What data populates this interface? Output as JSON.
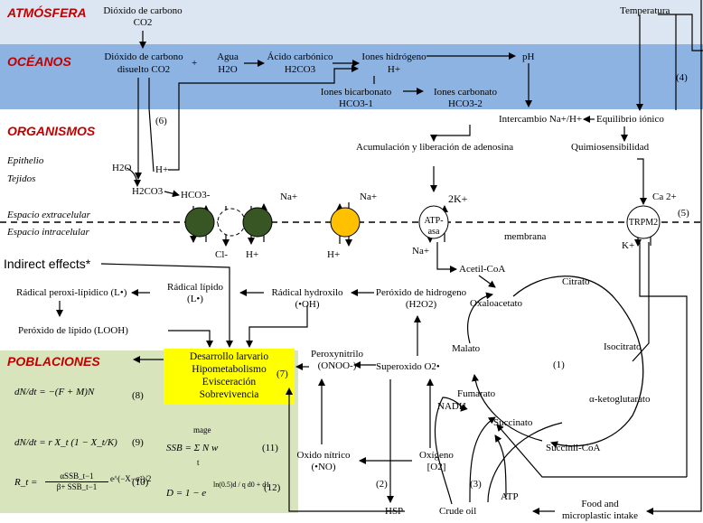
{
  "sections": {
    "atmosfera": "ATMÓSFERA",
    "oceanos": "OCÉANOS",
    "organismos": "ORGANISMOS",
    "poblaciones": "POBLACIONES"
  },
  "layers": {
    "epithelio": "Epithelio",
    "tejidos": "Tejidos",
    "extracelular": "Espacio extracelular",
    "intracelular": "Espacio intracelular",
    "membrana": "membrana"
  },
  "atmosphere": {
    "co2_l1": "Dióxido de carbono",
    "co2_l2": "CO2",
    "temperatura": "Temperatura"
  },
  "ocean": {
    "dissolved_l1": "Dióxido de carbono",
    "dissolved_l2": "disuelto CO2",
    "plus": "+",
    "agua_l1": "Agua",
    "agua_l2": "H2O",
    "acido_l1": "Ácido carbónico",
    "acido_l2": "H2CO3",
    "hidrogeno_l1": "Iones hidrógeno",
    "hidrogeno_l2": "H+",
    "ph": "pH",
    "bicarbonato_l1": "Iones bicarbonato",
    "bicarbonato_l2": "HCO3-1",
    "carbonato_l1": "Iones carbonato",
    "carbonato_l2": "HCO3-2"
  },
  "organism": {
    "intercambio": "Intercambio Na+/H+",
    "equilibrio": "Equilibrio iónico",
    "adenosina": "Acumulación y liberación de adenosina",
    "quimio": "Quimiosensibilidad",
    "h2o": "H2O",
    "hplus": "H+",
    "h2co3": "H2CO3",
    "hco3": "HCO3-",
    "na_top1": "Na+",
    "na_top2": "Na+",
    "k2": "2K+",
    "ca": "Ca 2+",
    "cl": "Cl-",
    "h_bottom1": "H+",
    "h_bottom2": "H+",
    "na_bottom": "Na+",
    "k_bottom": "K+",
    "atpasa_l1": "ATP-",
    "atpasa_l2": "asa",
    "trpm2": "TRPM2"
  },
  "labels_num": {
    "n1": "(1)",
    "n2": "(2)",
    "n3": "(3)",
    "n4": "(4)",
    "n5": "(5)",
    "n6": "(6)",
    "n7": "(7)",
    "n8": "(8)",
    "n9": "(9)",
    "n10": "(10)",
    "n11": "(11)",
    "n12": "(12)"
  },
  "oxidative": {
    "indirect": "Indirect effects*",
    "peroxi_lipidico": "Rádical peroxi-lípidico (L•)",
    "radical_lipido_l1": "Rádical lípido",
    "radical_lipido_l2": "(L•)",
    "hydroxilo_l1": "Rádical hydroxilo",
    "hydroxilo_l2": "(•OH)",
    "peroxido_h_l1": "Peróxido de hidrogeno",
    "peroxido_h_l2": "(H2O2)",
    "peroxido_lipido": "Peróxido de lípido (LOOH)",
    "peroxynitrilo_l1": "Peroxynitrilo",
    "peroxynitrilo_l2": "(ONOO-)",
    "superoxido": "Superoxido O2•",
    "oxido_l1": "Oxido nítrico",
    "oxido_l2": "(•NO)",
    "oxigeno_l1": "Oxígeno",
    "oxigeno_l2": "[O2]",
    "hsp": "HSP",
    "crude": "Crude oil",
    "food_l1": "Food and",
    "food_l2": "microplastic intake",
    "atp": "ATP",
    "nadh": "NADH"
  },
  "krebs": {
    "acetil": "Acetil-CoA",
    "citrato": "Citrato",
    "oxaloacetato": "Oxaloacetato",
    "isocitrato": "Isocitrato",
    "malato": "Malato",
    "cetoglutarato": "α-ketoglutarato",
    "fumarato": "Fumarato",
    "succinato": "Succinato",
    "succinil": "Succinil-CoA"
  },
  "population_effects": {
    "line1": "Desarrollo larvario",
    "line2": "Hipometabolismo",
    "line3": "Evisceración",
    "line4": "Sobrevivencia"
  },
  "equations": {
    "eq1_lhs": "dN/dt",
    "eq1_rhs": "= −(F + M)N",
    "eq2_lhs": "dN/dt",
    "eq2_rhs": "= r X_t (1 − X_t/K)",
    "eq3": "SSB = Σ N w",
    "eq3_sum_top": "mage",
    "eq3_sum_bot": "t",
    "eq4_lhs": "R_t =",
    "eq4_num": "αSSB_t−1",
    "eq4_den": "β+ SSB_t−1",
    "eq4_exp": "e^(−X−σ²)/2",
    "eq5": "D = 1 − e",
    "eq5_exp": "ln(0.5)d / q d0 + d1"
  },
  "colors": {
    "atm_band": "#dce6f2",
    "ocean_band": "#8db3e2",
    "pop_band": "#d8e4bc",
    "section_title": "#c00000",
    "highlight": "#ffff00",
    "channel_green": "#375623",
    "channel_orange": "#ffc000"
  }
}
